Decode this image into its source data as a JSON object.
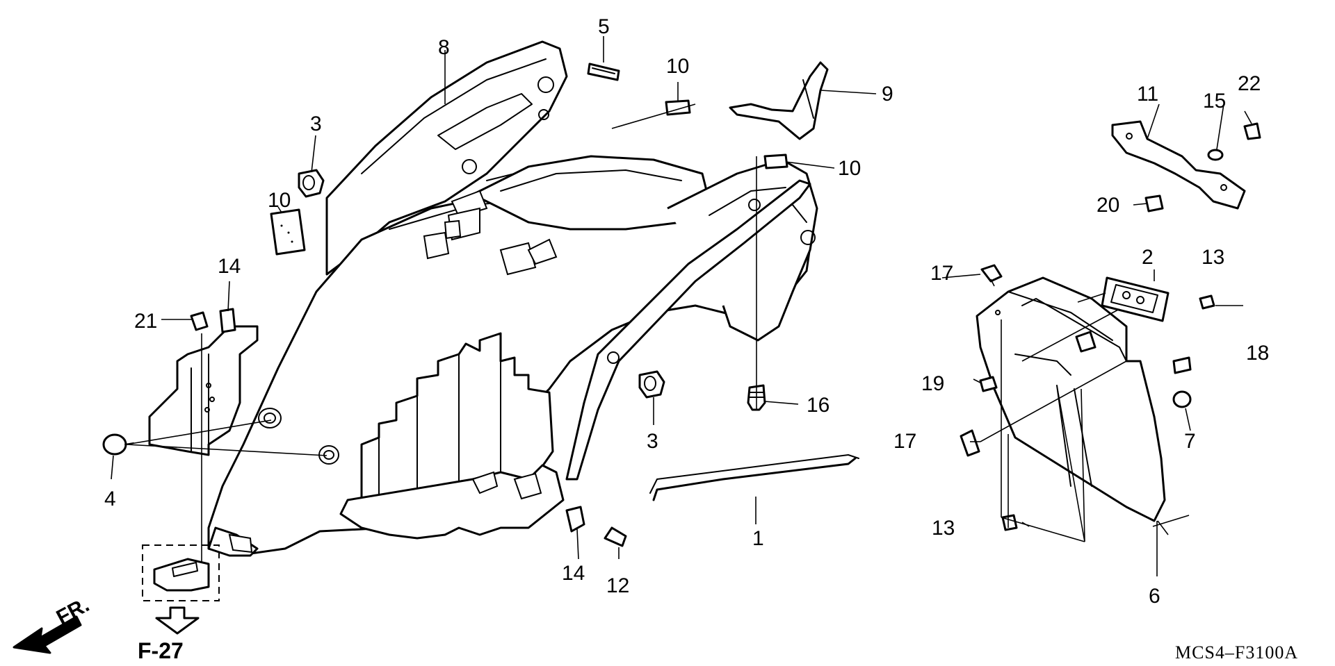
{
  "callouts": {
    "c1": "1",
    "c2": "2",
    "c3a": "3",
    "c3b": "3",
    "c4": "4",
    "c5": "5",
    "c6": "6",
    "c7": "7",
    "c8": "8",
    "c9": "9",
    "c10a": "10",
    "c10b": "10",
    "c10c": "10",
    "c11": "11",
    "c12": "12",
    "c13a": "13",
    "c13b": "13",
    "c14a": "14",
    "c14b": "14",
    "c15": "15",
    "c16": "16",
    "c17a": "17",
    "c17b": "17",
    "c18": "18",
    "c19": "19",
    "c20": "20",
    "c21": "21",
    "c22": "22"
  },
  "front_label": "FR.",
  "reference_label": "F-27",
  "diagram_code": "MCS4–F3100A"
}
